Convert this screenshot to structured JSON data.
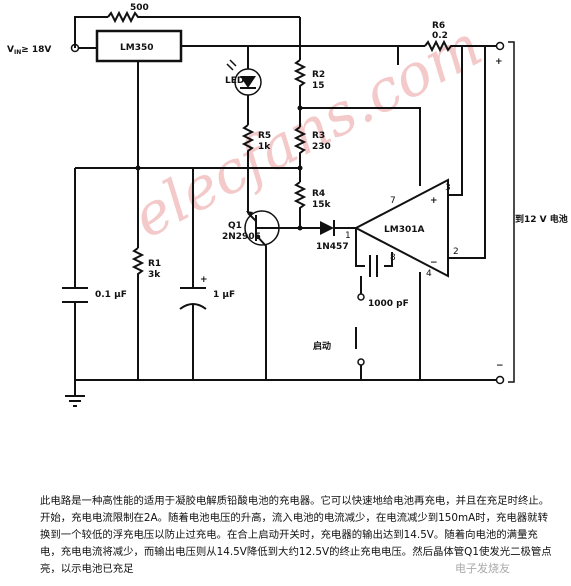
{
  "labels": {
    "vin": "V",
    "vin_sub": "IN",
    "vin_rest": "≥ 18V",
    "r_top": "500",
    "regulator": "LM350",
    "led": "LED",
    "r2_name": "R2",
    "r2_val": "15",
    "r3_name": "R3",
    "r3_val": "230",
    "r4_name": "R4",
    "r4_val": "15k",
    "r5_name": "R5",
    "r5_val": "1k",
    "r6_name": "R6",
    "r6_val": "0.2",
    "r1_name": "R1",
    "r1_val": "3k",
    "q1_name": "Q1",
    "q1_val": "2N2905",
    "diode": "1N457",
    "opamp": "LM301A",
    "pin7": "7",
    "pin3": "3",
    "pin2": "2",
    "pin1": "1",
    "pin8": "8",
    "pin4": "4",
    "cap1": "0.1 µF",
    "cap2": "1 µF",
    "cap3": "1000 pF",
    "start": "启动",
    "battery": "到12 V 电池",
    "plus_top": "+",
    "minus_op": "−",
    "plus_op": "+",
    "plus_cap": "+",
    "minus_out": "−"
  },
  "watermark": "elecfans.com",
  "description": "此电路是一种高性能的适用于凝胶电解质铅酸电池的充电器。它可以快速地给电池再充电，并且在充足时终止。开始，充电电流限制在2A。随着电池电压的升高，流入电池的电流减少，在电流减少到150mA时，充电器就转换到一个较低的浮充电压以防止过充电。在合上启动开关时，充电器的输出达到14.5V。随着向电池的满量充电，充电电流将减少，而输出电压则从14.5V降低到大约12.5V的终止充电电压。然后晶体管Q1使发光二极管点亮，以示电池已充足",
  "site": "电子发烧友"
}
